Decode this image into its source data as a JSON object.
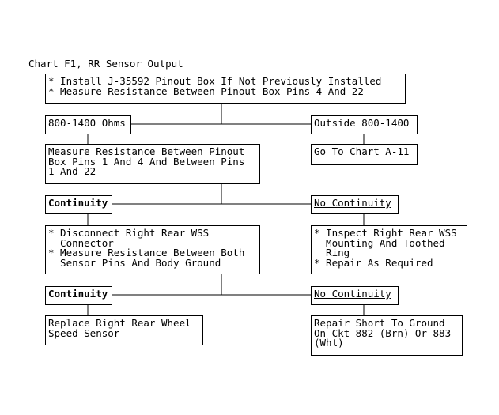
{
  "title": "Chart F1, RR Sensor Output",
  "boxes": {
    "install": [
      "* Install J-35592 Pinout Box If Not Previously Installed",
      "* Measure Resistance Between Pinout Box Pins 4 And 22"
    ],
    "ohms_in": [
      "800-1400 Ohms"
    ],
    "ohms_out": [
      "Outside 800-1400"
    ],
    "measure_pins": [
      "Measure Resistance Between Pinout",
      "Box Pins 1 And 4 And Between Pins",
      "1 And 22"
    ],
    "goto_a11": [
      "Go To Chart A-11"
    ],
    "continuity_1": [
      "Continuity"
    ],
    "no_continuity_1": [
      "No Continuity"
    ],
    "disconnect": [
      "* Disconnect Right Rear WSS",
      "  Connector",
      "* Measure Resistance Between Both",
      "  Sensor Pins And Body Ground"
    ],
    "inspect": [
      "* Inspect Right Rear WSS",
      "  Mounting And Toothed",
      "  Ring",
      "* Repair As Required"
    ],
    "continuity_2": [
      "Continuity"
    ],
    "no_continuity_2": [
      "No Continuity"
    ],
    "replace": [
      "Replace Right Rear Wheel",
      "Speed Sensor"
    ],
    "repair_short": [
      "Repair Short To Ground",
      "On Ckt 882 (Brn) Or 883",
      "(Wht)"
    ]
  }
}
